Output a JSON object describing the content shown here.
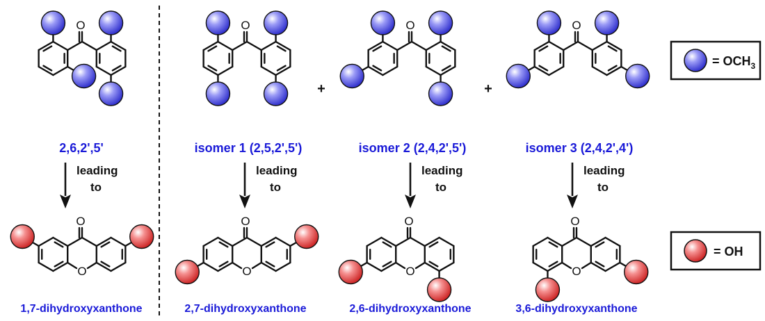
{
  "legend": {
    "methoxy": {
      "symbol_color": "#4040e8",
      "label": "= OCH",
      "subscript": "3"
    },
    "hydroxy": {
      "symbol_color": "#e83030",
      "label": "= OH"
    }
  },
  "colors": {
    "methoxy_label": "#1a1ad8",
    "ink": "#111111"
  },
  "precursors": [
    {
      "label": "2,6,2',5'"
    },
    {
      "label": "isomer 1 (2,5,2',5')"
    },
    {
      "label": "isomer 2 (2,4,2',5')"
    },
    {
      "label": "isomer 3 (2,4,2',4')"
    }
  ],
  "plus_sign": "+",
  "arrow_text": {
    "line1": "leading",
    "line2": "to"
  },
  "atoms": {
    "carbonyl_o": "O",
    "ring_o": "O"
  },
  "products": [
    {
      "label": "1,7-dihydroxyxanthone"
    },
    {
      "label": "2,7-dihydroxyxanthone"
    },
    {
      "label": "2,6-dihydroxyxanthone"
    },
    {
      "label": "3,6-dihydroxyxanthone"
    }
  ]
}
